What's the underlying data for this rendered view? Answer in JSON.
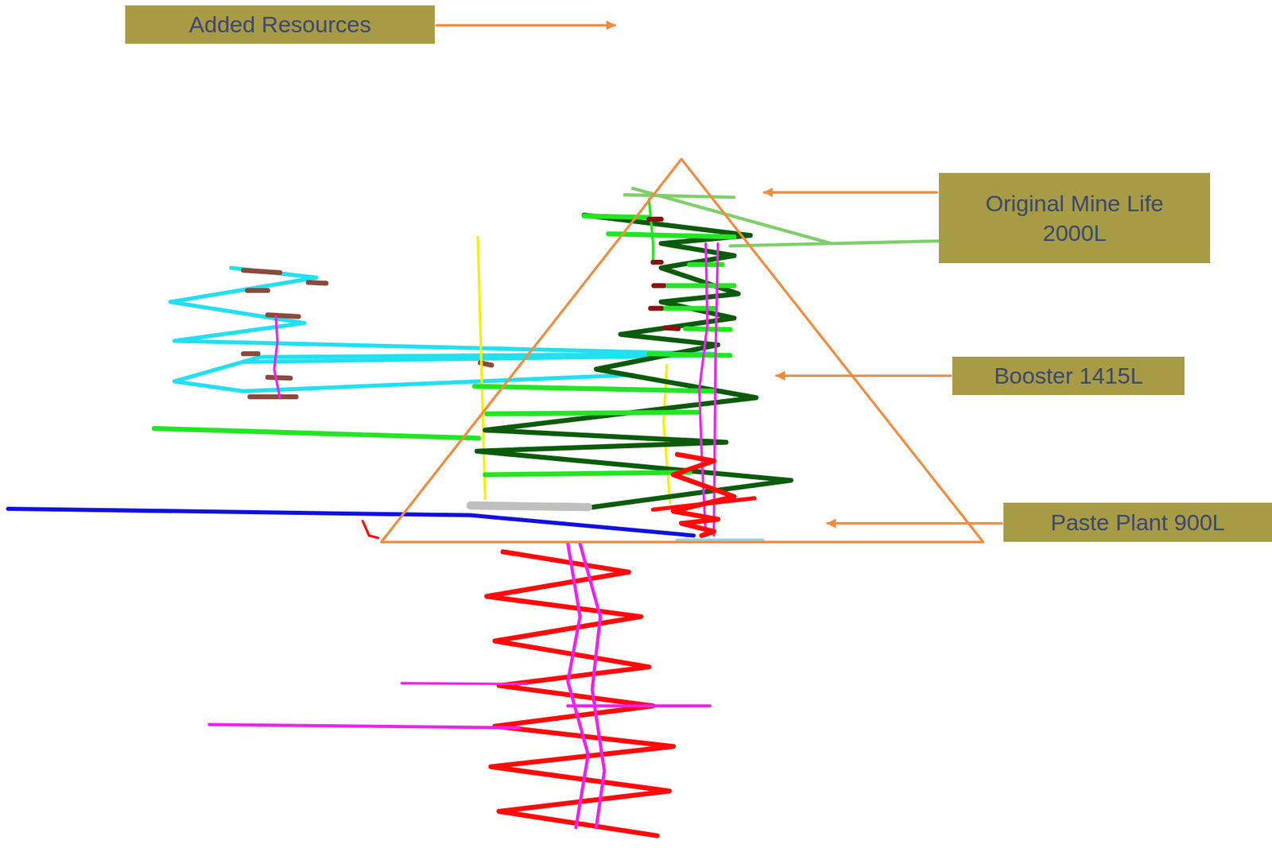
{
  "diagram": {
    "nodes": [
      {
        "text": [
          "Added Resources"
        ]
      },
      {
        "text": [
          "Original Mine Life 2000L"
        ]
      },
      {
        "text": [
          "Booster 1415L"
        ]
      },
      {
        "text": [
          "Paste Plant 900L"
        ]
      }
    ]
  }
}
